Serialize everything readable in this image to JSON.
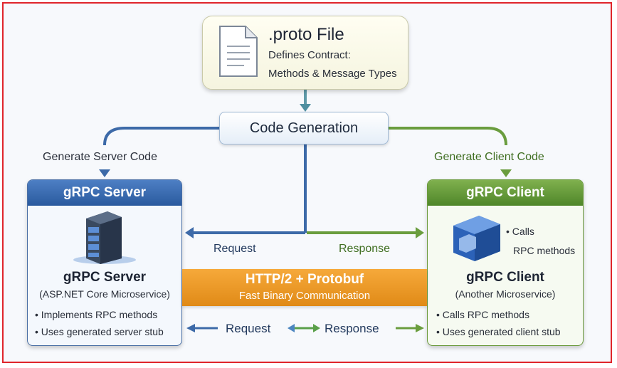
{
  "proto": {
    "title": ".proto File",
    "line1": "Defines Contract:",
    "line2": "Methods & Message Types",
    "icon": "document-icon"
  },
  "codegen": {
    "label": "Code Generation"
  },
  "labels": {
    "generate_server": "Generate Server Code",
    "generate_client": "Generate Client Code",
    "request_mid": "Request",
    "response_mid": "Response",
    "request_bottom": "Request",
    "response_bottom": "Response"
  },
  "server": {
    "header": "gRPC Server",
    "title": "gRPC Server",
    "subtitle": "(ASP.NET Core Microservice)",
    "bullets": [
      "Implements RPC methods",
      "Uses generated server stub"
    ],
    "icon": "server-rack-icon"
  },
  "client": {
    "header": "gRPC Client",
    "icon_caption_1": "• Calls",
    "icon_caption_2": "RPC methods",
    "title": "gRPC Client",
    "subtitle": "(Another Microservice)",
    "bullets": [
      "Calls RPC methods",
      "Uses generated client stub"
    ],
    "icon": "cube-icon"
  },
  "transport": {
    "title": "HTTP/2 + Protobuf",
    "subtitle": "Fast Binary Communication"
  },
  "colors": {
    "frame": "#e0252b",
    "server_blue": "#2a5a9e",
    "client_green": "#4f862a",
    "transport_orange": "#e08a17"
  }
}
